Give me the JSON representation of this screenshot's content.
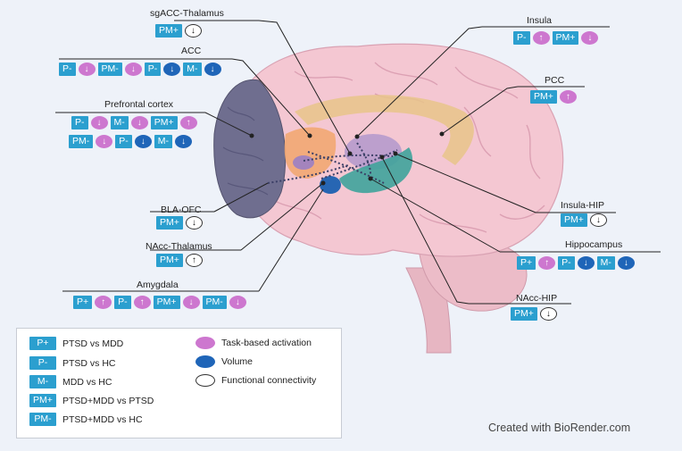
{
  "colors": {
    "tag": "#2b9fcf",
    "task_activation": "#cd77cf",
    "volume": "#1f65b8",
    "functional_connectivity": "#ffffff",
    "background": "#eef2f9"
  },
  "labels": {
    "sgacc_thalamus": {
      "title": "sgACC-Thalamus",
      "findings": [
        {
          "tag": "PM+",
          "kind": "fc",
          "dir": "down"
        }
      ]
    },
    "acc": {
      "title": "ACC",
      "findings": [
        {
          "tag": "P-",
          "kind": "task",
          "dir": "down"
        },
        {
          "tag": "PM-",
          "kind": "task",
          "dir": "down"
        },
        {
          "tag": "P-",
          "kind": "vol",
          "dir": "down"
        },
        {
          "tag": "M-",
          "kind": "vol",
          "dir": "down"
        }
      ]
    },
    "prefrontal_cortex": {
      "title": "Prefrontal cortex",
      "row1": [
        {
          "tag": "P-",
          "kind": "task",
          "dir": "down"
        },
        {
          "tag": "M-",
          "kind": "task",
          "dir": "down"
        },
        {
          "tag": "PM+",
          "kind": "task",
          "dir": "up"
        }
      ],
      "row2": [
        {
          "tag": "PM-",
          "kind": "task",
          "dir": "down"
        },
        {
          "tag": "P-",
          "kind": "vol",
          "dir": "down"
        },
        {
          "tag": "M-",
          "kind": "vol",
          "dir": "down"
        }
      ]
    },
    "bla_ofc": {
      "title": "BLA-OFC",
      "findings": [
        {
          "tag": "PM+",
          "kind": "fc",
          "dir": "down"
        }
      ]
    },
    "nacc_thalamus": {
      "title": "NAcc-Thalamus",
      "findings": [
        {
          "tag": "PM+",
          "kind": "fc",
          "dir": "up"
        }
      ]
    },
    "amygdala": {
      "title": "Amygdala",
      "findings": [
        {
          "tag": "P+",
          "kind": "task",
          "dir": "up"
        },
        {
          "tag": "P-",
          "kind": "task",
          "dir": "up"
        },
        {
          "tag": "PM+",
          "kind": "task",
          "dir": "down"
        },
        {
          "tag": "PM-",
          "kind": "task",
          "dir": "down"
        }
      ]
    },
    "insula": {
      "title": "Insula",
      "findings": [
        {
          "tag": "P-",
          "kind": "task",
          "dir": "up"
        },
        {
          "tag": "PM+",
          "kind": "task",
          "dir": "down"
        }
      ]
    },
    "pcc": {
      "title": "PCC",
      "findings": [
        {
          "tag": "PM+",
          "kind": "task",
          "dir": "up"
        }
      ]
    },
    "insula_hip": {
      "title": "Insula-HIP",
      "findings": [
        {
          "tag": "PM+",
          "kind": "fc",
          "dir": "down"
        }
      ]
    },
    "hippocampus": {
      "title": "Hippocampus",
      "findings": [
        {
          "tag": "P+",
          "kind": "task",
          "dir": "up"
        },
        {
          "tag": "P-",
          "kind": "vol",
          "dir": "down"
        },
        {
          "tag": "M-",
          "kind": "vol",
          "dir": "down"
        }
      ]
    },
    "nacc_hip": {
      "title": "NAcc-HIP",
      "findings": [
        {
          "tag": "PM+",
          "kind": "fc",
          "dir": "down"
        }
      ]
    }
  },
  "legend": {
    "tags": [
      {
        "tag": "P+",
        "text": "PTSD vs MDD"
      },
      {
        "tag": "P-",
        "text": "PTSD vs HC"
      },
      {
        "tag": "M-",
        "text": "MDD vs HC"
      },
      {
        "tag": "PM+",
        "text": "PTSD+MDD vs PTSD"
      },
      {
        "tag": "PM-",
        "text": "PTSD+MDD vs HC"
      }
    ],
    "markers": [
      {
        "kind": "task",
        "text": "Task-based activation"
      },
      {
        "kind": "vol",
        "text": "Volume"
      },
      {
        "kind": "fc",
        "text": "Functional connectivity"
      }
    ]
  },
  "credit": "Created with BioRender.com"
}
